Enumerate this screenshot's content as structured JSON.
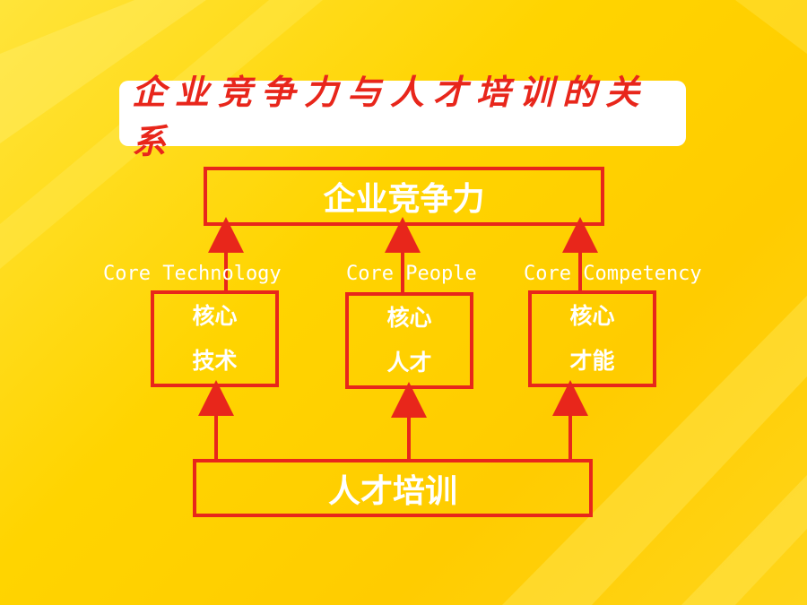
{
  "title": "企业竞争力与人才培训的关系",
  "top": {
    "label": "企业竞争力"
  },
  "middle": [
    {
      "en": "Core Technology",
      "line1": "核心",
      "line2": "技术"
    },
    {
      "en": "Core People",
      "line1": "核心",
      "line2": "人才"
    },
    {
      "en": "Core Competency",
      "line1": "核心",
      "line2": "才能"
    }
  ],
  "bottom": {
    "label": "人才培训"
  },
  "colors": {
    "background": "#ffd400",
    "accent": "#e8261b",
    "text": "#ffffff"
  }
}
